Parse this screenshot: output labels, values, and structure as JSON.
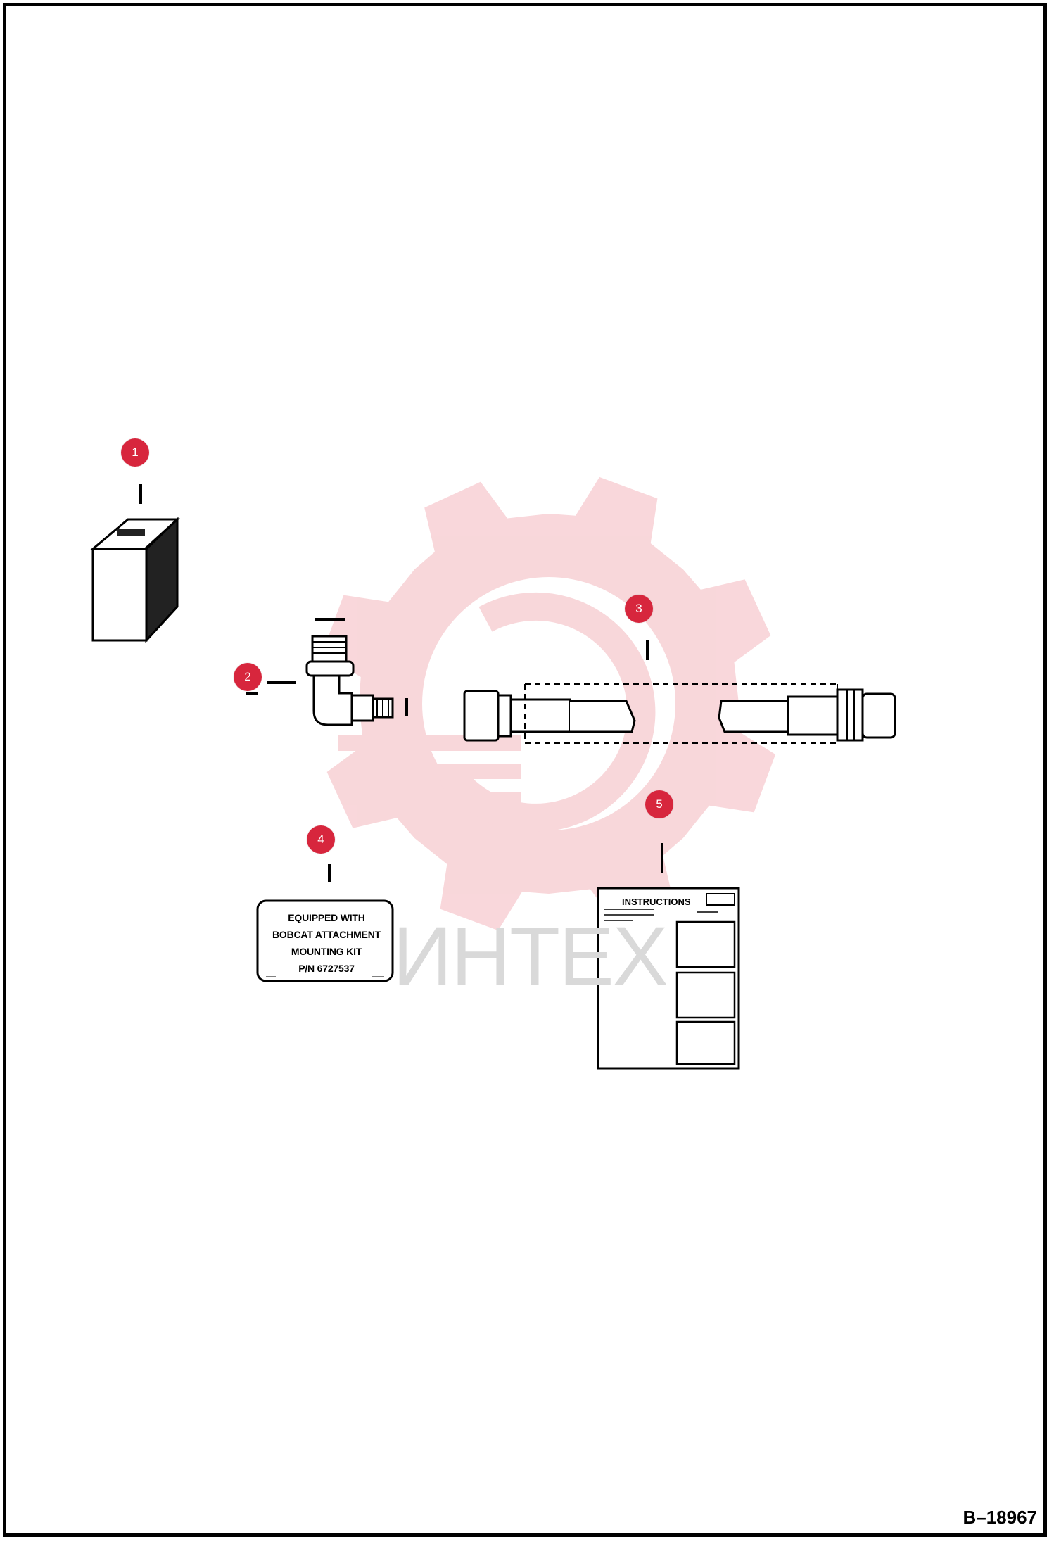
{
  "diagram": {
    "figure_id": "B–18967",
    "watermark_text": "ИНТЕХ",
    "accent_color": "#d7263d",
    "watermark_color": "#f4b7bd"
  },
  "callouts": [
    {
      "number": "1"
    },
    {
      "number": "2"
    },
    {
      "number": "3"
    },
    {
      "number": "4"
    },
    {
      "number": "5"
    }
  ],
  "parts": {
    "decal_text": {
      "line1": "EQUIPPED WITH",
      "line2": "BOBCAT ATTACHMENT",
      "line3": "MOUNTING KIT",
      "line4": "P/N 6727537"
    },
    "instructions_title": "INSTRUCTIONS"
  }
}
